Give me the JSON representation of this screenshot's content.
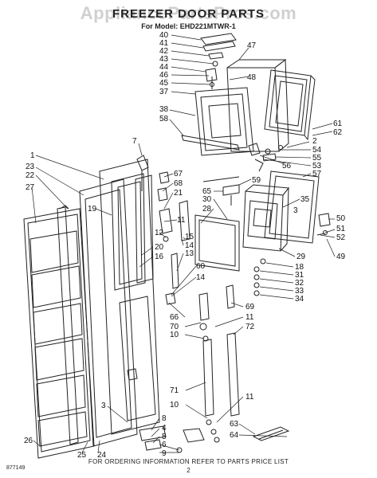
{
  "watermark": "AppliancePartsPros.com",
  "title": "FREEZER DOOR PARTS",
  "model": "For Model: EHD221MTWR-1",
  "footer": "FOR ORDERING INFORMATION REFER TO PARTS PRICE LIST",
  "page_number": "2",
  "doc_number": "877149",
  "part_labels": [
    "40",
    "41",
    "42",
    "43",
    "44",
    "46",
    "45",
    "37",
    "47",
    "48",
    "38",
    "58",
    "61",
    "62",
    "2",
    "54",
    "55",
    "53",
    "56",
    "57",
    "7",
    "59",
    "1",
    "23",
    "22",
    "27",
    "19",
    "67",
    "68",
    "21",
    "65",
    "30",
    "28",
    "35",
    "3",
    "11",
    "12",
    "15",
    "14",
    "13",
    "20",
    "16",
    "50",
    "51",
    "52",
    "49",
    "29",
    "18",
    "31",
    "32",
    "33",
    "34",
    "60",
    "14",
    "66",
    "70",
    "10",
    "69",
    "11",
    "72",
    "71",
    "10",
    "11",
    "3",
    "8",
    "4",
    "5",
    "6",
    "9",
    "26",
    "25",
    "24",
    "63",
    "64"
  ]
}
